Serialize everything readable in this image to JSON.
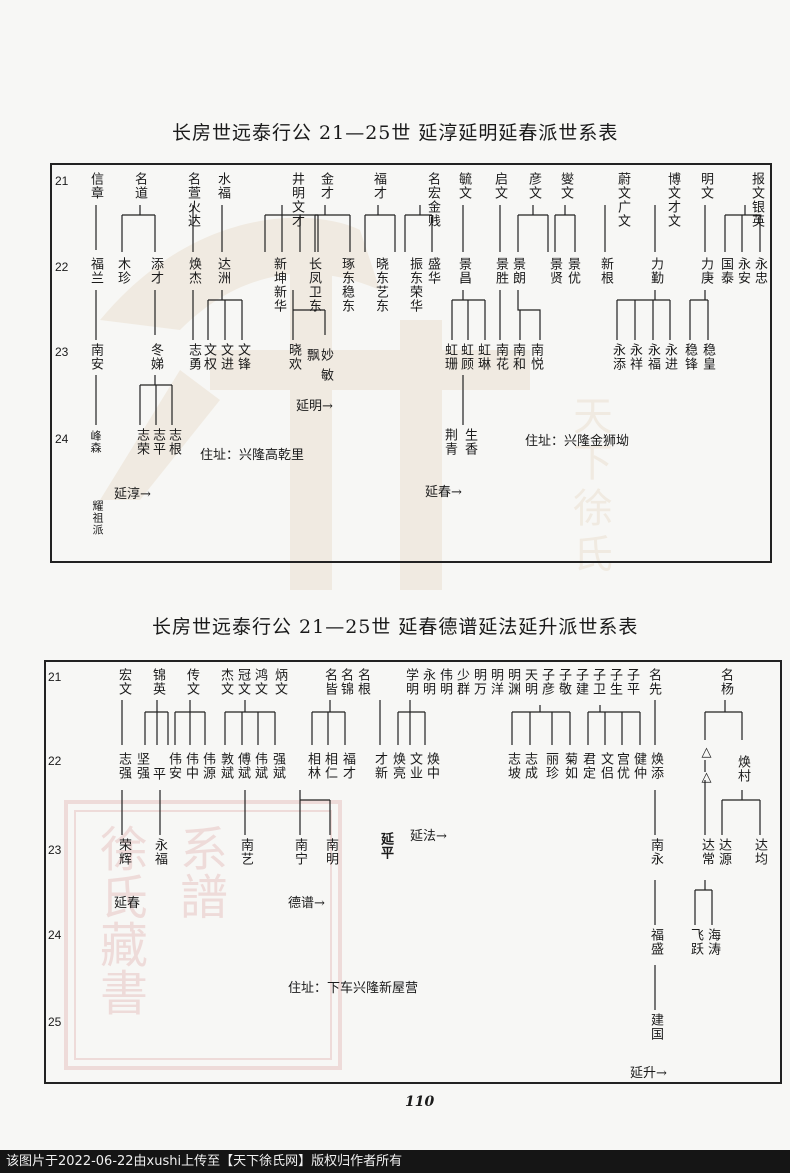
{
  "table1": {
    "title": "长房世远泰行公   21—25世   延淳延明延春派世系表",
    "generations": [
      "21",
      "22",
      "23",
      "24"
    ],
    "gen21": [
      "信章",
      "名道",
      "名萱火达",
      "水福",
      "井明文才",
      "金才",
      "福才",
      "名宏金贱",
      "毓文",
      "启文",
      "彦文",
      "燮文",
      "蔚文广文",
      "博文才文",
      "明文",
      "报文银英"
    ],
    "gen22": [
      "福兰",
      "木珍",
      "添才",
      "焕杰",
      "达洲",
      "新坤新华",
      "长凤卫东",
      "琢东稳东",
      "晓东艺东",
      "振东荣华",
      "盛华",
      "景昌",
      "景胜",
      "景朗",
      "景贤",
      "景优",
      "新根",
      "力勤",
      "力庚",
      "国泰",
      "永安",
      "永忠"
    ],
    "gen23": [
      "南安",
      "冬娣",
      "志勇",
      "文权",
      "文进",
      "文锋",
      "晓欢",
      "飘",
      "妙",
      "敏",
      "虹珊",
      "虹顾",
      "虹琳",
      "南花",
      "南和",
      "南悦",
      "永添",
      "永祥",
      "永福",
      "永进",
      "稳锋",
      "稳皇"
    ],
    "gen24": [
      "峰森",
      "志荣",
      "志平",
      "志根",
      "荆青",
      "生香"
    ],
    "notes": {
      "addr1": "住址：兴隆高乾里",
      "addr2": "住址：兴隆金狮坳",
      "yanchun_label": "延淳→",
      "yanming_label": "延明→",
      "yanchun2_label": "延春→",
      "side_note": "耀祖派"
    }
  },
  "table2": {
    "title": "长房世远泰行公   21—25世   延春德谱延法延升派世系表",
    "generations": [
      "21",
      "22",
      "23",
      "24",
      "25"
    ],
    "gen21": [
      "宏文",
      "锦英",
      "传文",
      "杰文",
      "冠文",
      "鸿文",
      "炳文",
      "名皆",
      "名锦",
      "名根",
      "学明",
      "永明",
      "伟明",
      "少群",
      "明万",
      "明洋",
      "明渊",
      "天明",
      "子彦",
      "子敬",
      "子建",
      "子卫",
      "子生",
      "子平",
      "名先",
      "名杨"
    ],
    "gen22": [
      "志强",
      "坚强",
      "平",
      "伟安",
      "伟中",
      "伟源",
      "敦斌",
      "傅斌",
      "伟斌",
      "强斌",
      "相林",
      "相仁",
      "福才",
      "才新",
      "焕亮",
      "文业",
      "焕中",
      "志坡",
      "志成",
      "丽珍",
      "菊如",
      "君定",
      "文侣",
      "宫优",
      "健仲",
      "焕添",
      "△",
      "△",
      "焕村"
    ],
    "gen23": [
      "荣辉",
      "永福",
      "南艺",
      "南宁",
      "南明",
      "延平",
      "南永",
      "达常",
      "达源",
      "达均"
    ],
    "gen24": [
      "福盛",
      "飞跃",
      "海涛"
    ],
    "gen25": [
      "建国"
    ],
    "notes": {
      "address": "住址：下车兴隆新屋营",
      "yanchun_label": "延春",
      "depu_label": "德谱→",
      "yanfa_label": "延法→",
      "yansheng_label": "延升→"
    }
  },
  "page_number": "110",
  "watermark": {
    "text": "天下徐氏",
    "seal_text": "徐氏·藏书·系谱"
  },
  "footer": "该图片于2022-06-22由xushi上传至【天下徐氏网】版权归作者所有",
  "colors": {
    "watermark_gold": "#c9a36b",
    "seal_red": "#c04040",
    "ink": "#1a1a1a",
    "footer_bg": "#151515"
  }
}
